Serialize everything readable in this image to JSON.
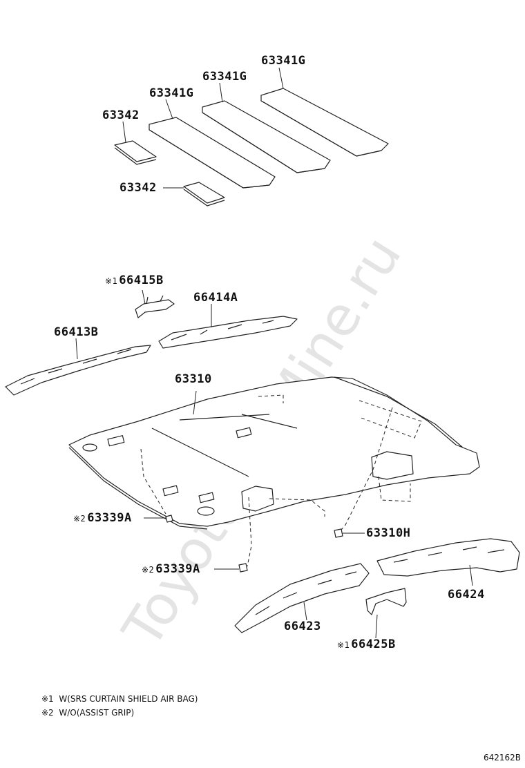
{
  "watermark": "ToyotaCarMine.ru",
  "parts": {
    "p63341g_a": "63341G",
    "p63341g_b": "63341G",
    "p63341g_c": "63341G",
    "p63342_a": "63342",
    "p63342_b": "63342",
    "p66415b": "66415B",
    "p66414a": "66414A",
    "p66413b": "66413B",
    "p63310": "63310",
    "p63339a_a": "63339A",
    "p63339a_b": "63339A",
    "p63310h": "63310H",
    "p66424": "66424",
    "p66423": "66423",
    "p66425b": "66425B"
  },
  "marks": {
    "m1": "※1",
    "m2": "※2"
  },
  "notes": [
    {
      "mark": "※1",
      "text": "W(SRS CURTAIN SHIELD AIR BAG)"
    },
    {
      "mark": "※2",
      "text": "W/O(ASSIST GRIP)"
    }
  ],
  "figure_code": "642162B"
}
